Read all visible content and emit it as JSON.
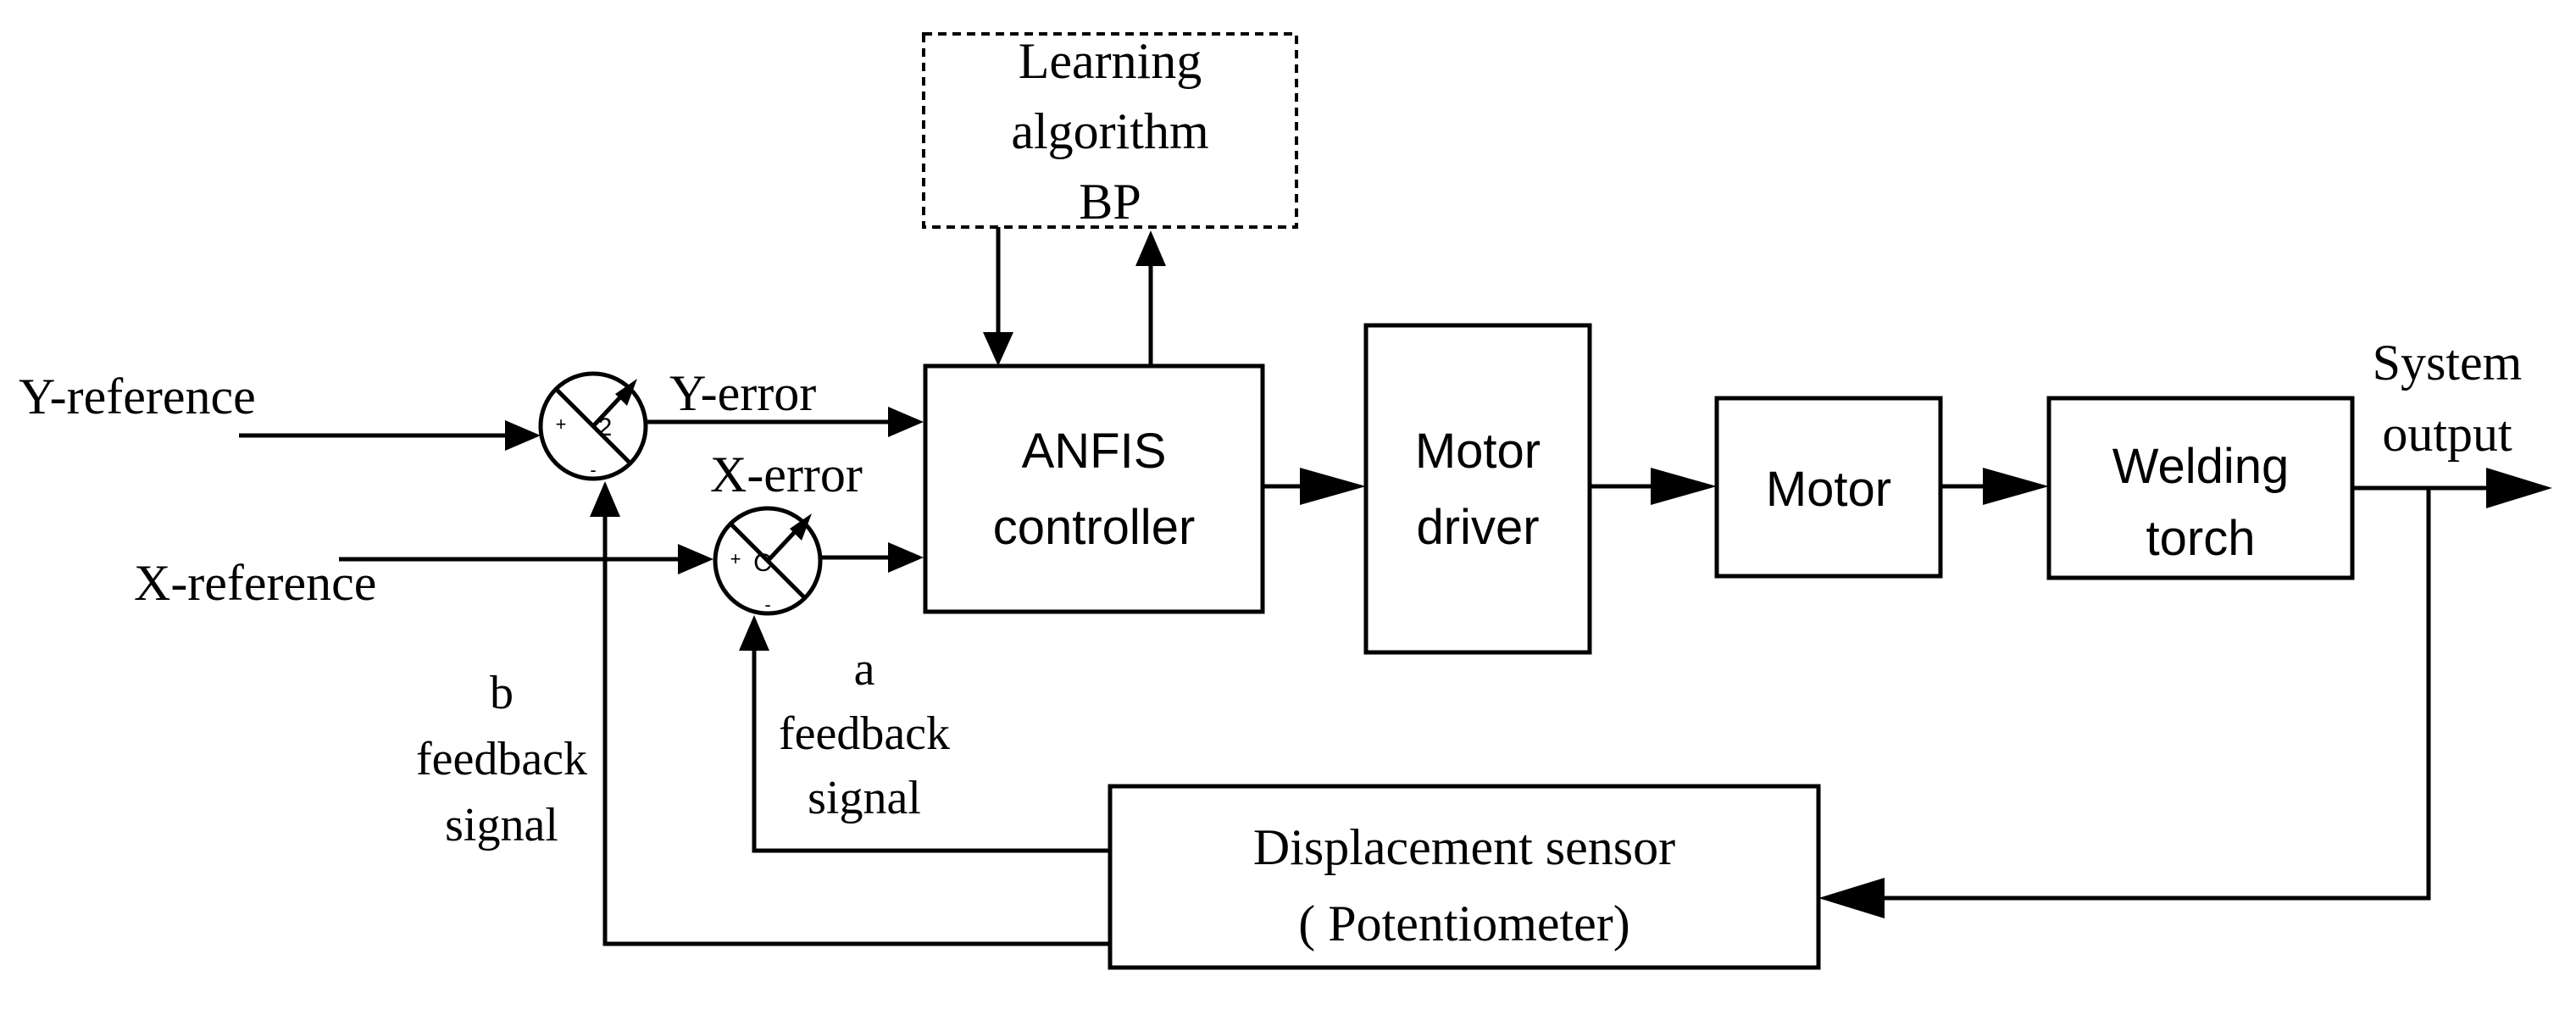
{
  "blocks": {
    "learning": [
      "Learning",
      "algorithm",
      "BP"
    ],
    "anfis": [
      "ANFIS",
      "controller"
    ],
    "motor_driver": [
      "Motor",
      "driver"
    ],
    "motor": [
      "Motor"
    ],
    "welding": [
      "Welding",
      "torch"
    ],
    "sensor": [
      "Displacement sensor",
      "( Potentiometer)"
    ]
  },
  "signals": {
    "y_reference": "Y-reference",
    "x_reference": "X-reference",
    "y_error": "Y-error",
    "x_error": "X-error",
    "system_output": [
      "System",
      "output"
    ],
    "feedback_a": [
      "a",
      "feedback",
      "signal"
    ],
    "feedback_b": [
      "b",
      "feedback",
      "signal"
    ]
  },
  "summing_junction_signs": {
    "plus": "+",
    "minus": "-"
  },
  "colors": {
    "ink": "#000000",
    "background": "#ffffff"
  }
}
